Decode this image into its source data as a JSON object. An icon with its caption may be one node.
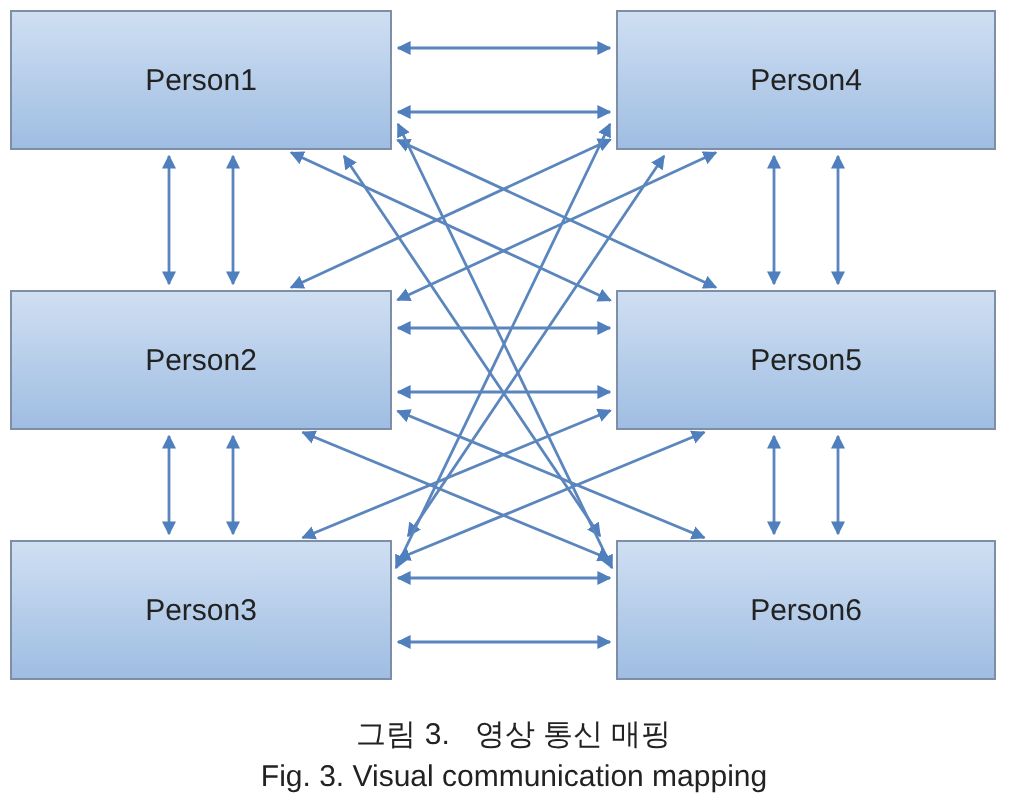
{
  "diagram": {
    "caption": "그림 3.   영상 통신 매핑",
    "nodes": [
      {
        "text": [
          "Person1"
        ]
      },
      {
        "text": [
          "Person2"
        ]
      },
      {
        "text": [
          "Person3"
        ]
      },
      {
        "text": [
          "Person4"
        ]
      },
      {
        "text": [
          "Person5"
        ]
      },
      {
        "text": [
          "Person6"
        ]
      }
    ],
    "edges": [
      {
        "from": 0,
        "to": 3,
        "arrow": "both"
      },
      {
        "from": 0,
        "to": 3,
        "arrow": "both"
      },
      {
        "from": 0,
        "to": 1,
        "arrow": "both"
      },
      {
        "from": 0,
        "to": 1,
        "arrow": "both"
      },
      {
        "from": 3,
        "to": 4,
        "arrow": "both"
      },
      {
        "from": 3,
        "to": 4,
        "arrow": "both"
      },
      {
        "from": 0,
        "to": 4,
        "arrow": "both"
      },
      {
        "from": 0,
        "to": 4,
        "arrow": "both"
      },
      {
        "from": 0,
        "to": 5,
        "arrow": "both"
      },
      {
        "from": 0,
        "to": 5,
        "arrow": "both"
      },
      {
        "from": 3,
        "to": 1,
        "arrow": "both"
      },
      {
        "from": 3,
        "to": 1,
        "arrow": "both"
      },
      {
        "from": 3,
        "to": 2,
        "arrow": "both"
      },
      {
        "from": 3,
        "to": 2,
        "arrow": "both"
      },
      {
        "from": 1,
        "to": 4,
        "arrow": "both"
      },
      {
        "from": 1,
        "to": 4,
        "arrow": "both"
      },
      {
        "from": 1,
        "to": 5,
        "arrow": "both"
      },
      {
        "from": 1,
        "to": 5,
        "arrow": "both"
      },
      {
        "from": 4,
        "to": 2,
        "arrow": "both"
      },
      {
        "from": 4,
        "to": 2,
        "arrow": "both"
      },
      {
        "from": 1,
        "to": 2,
        "arrow": "both"
      },
      {
        "from": 1,
        "to": 2,
        "arrow": "both"
      },
      {
        "from": 4,
        "to": 5,
        "arrow": "both"
      },
      {
        "from": 4,
        "to": 5,
        "arrow": "both"
      },
      {
        "from": 2,
        "to": 5,
        "arrow": "both"
      },
      {
        "from": 2,
        "to": 5,
        "arrow": "both"
      }
    ],
    "labels": [
      "Fig. 3. Visual communication mapping"
    ]
  }
}
